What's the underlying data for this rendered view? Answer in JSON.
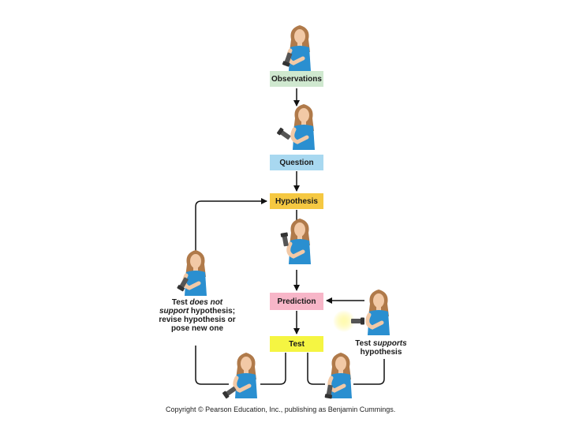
{
  "diagram": {
    "boxes": {
      "observations": {
        "label": "Observations",
        "color": "#cfe8cf"
      },
      "question": {
        "label": "Question",
        "color": "#a8d8f0"
      },
      "hypothesis": {
        "label": "Hypothesis",
        "color": "#f5c842"
      },
      "prediction": {
        "label": "Prediction",
        "color": "#f7b6c8"
      },
      "test": {
        "label": "Test",
        "color": "#f5f542"
      }
    },
    "not_support": {
      "prefix": "Test ",
      "emphasis": "does not support",
      "suffix": " hypothesis; revise hypothesis or pose new one"
    },
    "supports": {
      "prefix": "Test ",
      "emphasis": "supports",
      "suffix": " hypothesis"
    },
    "copyright": "Copyright © Pearson Education, Inc., publishing as Benjamin Cummings.",
    "colors": {
      "shirt": "#2a8fd0",
      "hair": "#b07a4a",
      "skin": "#f2c9a6",
      "flashlight": "#555555",
      "beam": "#fff36a",
      "arrow": "#111111"
    }
  }
}
